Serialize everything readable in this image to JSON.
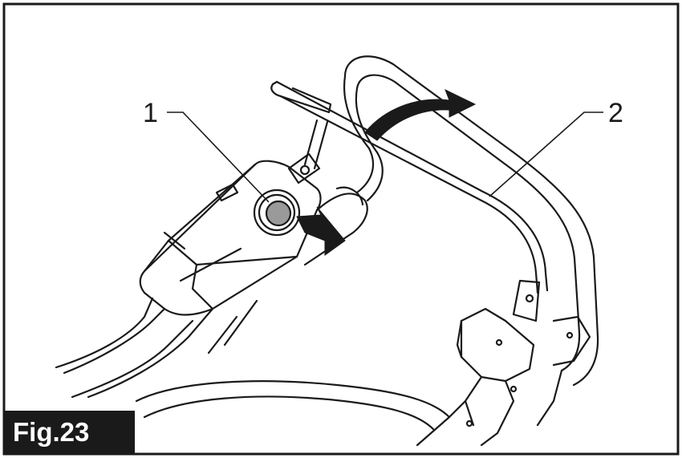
{
  "figure": {
    "label": "Fig.23",
    "callouts": [
      {
        "number": "1"
      },
      {
        "number": "2"
      }
    ]
  }
}
